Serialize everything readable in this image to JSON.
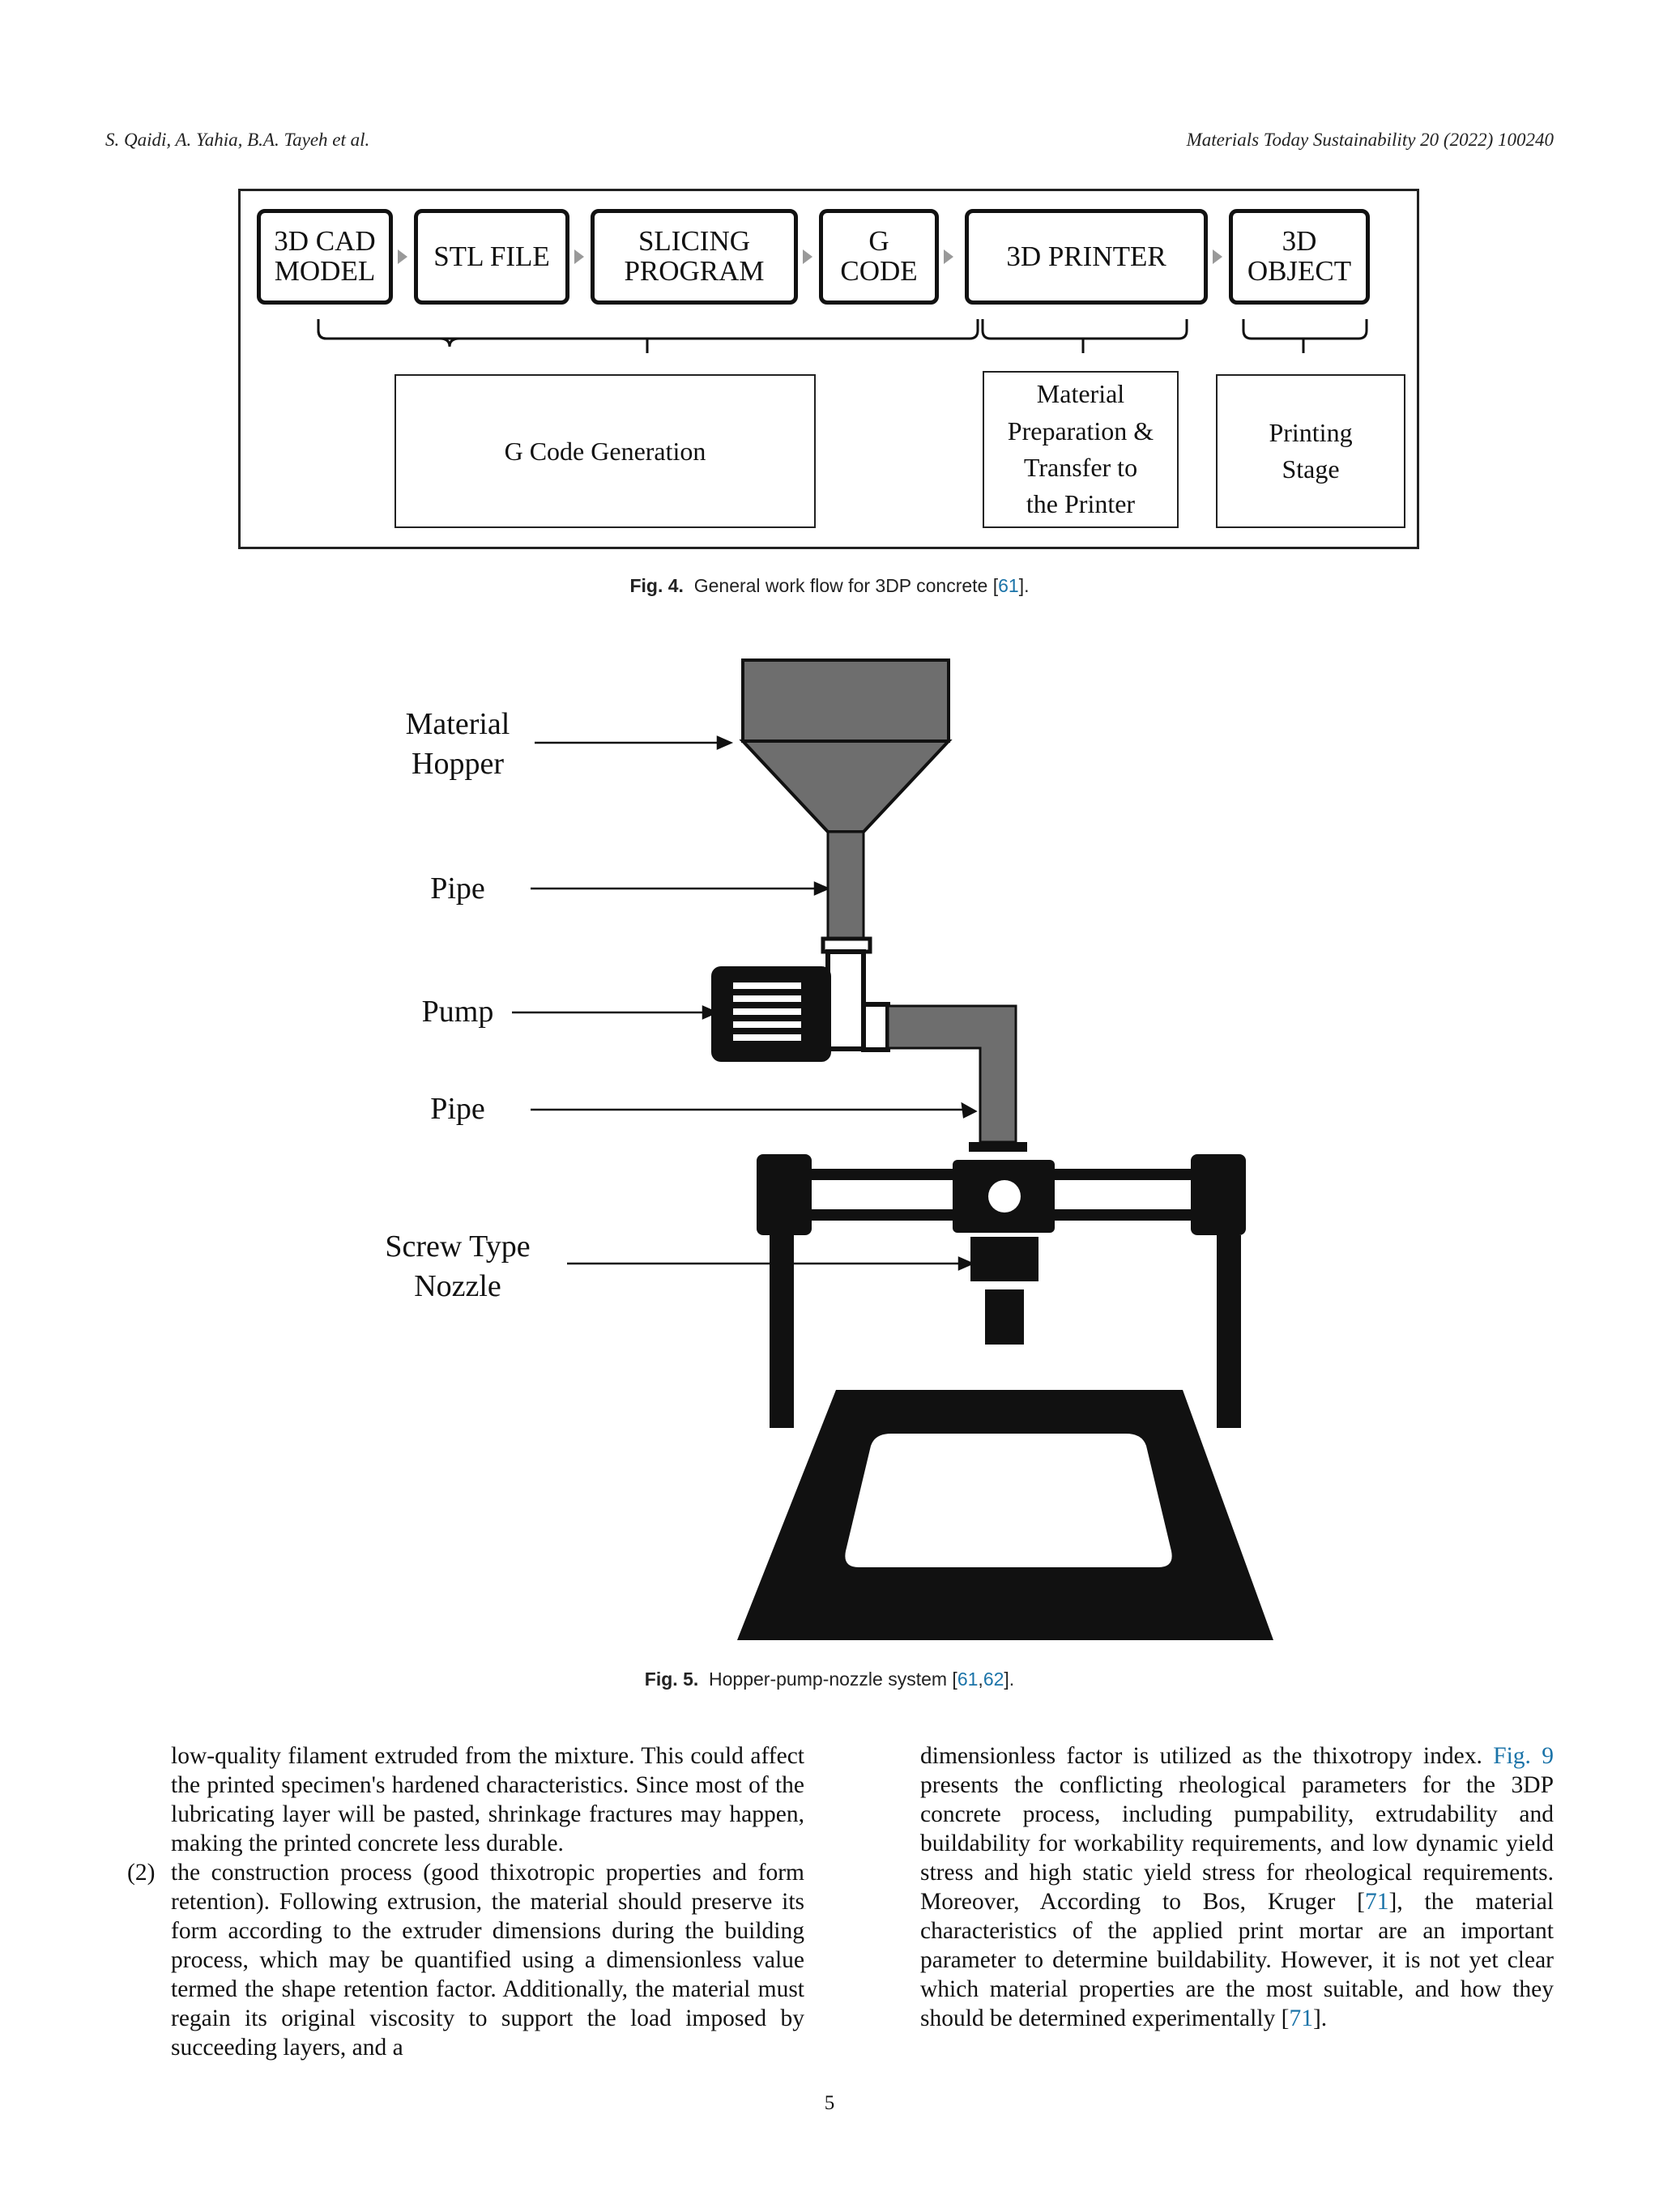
{
  "header": {
    "authors": "S. Qaidi, A. Yahia, B.A. Tayeh et al.",
    "journal": "Materials Today Sustainability 20 (2022) 100240"
  },
  "figure4": {
    "steps": [
      "3D CAD\nMODEL",
      "STL FILE",
      "SLICING\nPROGRAM",
      "G\nCODE",
      "3D PRINTER",
      "3D\nOBJECT"
    ],
    "stages": [
      "G Code Generation",
      "Material\nPreparation &\nTransfer to\nthe Printer",
      "Printing\nStage"
    ],
    "caption_label": "Fig. 4.",
    "caption_text": "General work flow for 3DP concrete [",
    "caption_ref": "61",
    "caption_end": "]."
  },
  "figure5": {
    "labels": [
      "Material\nHopper",
      "Pipe",
      "Pump",
      "Pipe",
      "Screw Type\nNozzle"
    ],
    "caption_label": "Fig. 5.",
    "caption_text": "Hopper-pump-nozzle system [",
    "caption_ref1": "61",
    "caption_sep": ",",
    "caption_ref2": "62",
    "caption_end": "]."
  },
  "body": {
    "left_para1": "low-quality filament extruded from the mixture. This could affect the printed specimen's hardened characteristics. Since most of the lubricating layer will be pasted, shrinkage fractures may happen, making the printed concrete less durable.",
    "left_item_num": "(2)",
    "left_para2": "the construction process (good thixotropic properties and form retention). Following extrusion, the material should preserve its form according to the extruder dimensions during the building process, which may be quantified using a dimensionless value termed the shape retention factor. Additionally, the material must regain its original viscosity to support the load imposed by succeeding layers, and a",
    "right_pre": "dimensionless factor is utilized as the thixotropy index.",
    "right_figref": "Fig. 9",
    "right_mid": "presents the conflicting rheological parameters for the 3DP concrete process, including pumpability, extrudability and buildability for workability requirements, and low dynamic yield stress and high static yield stress for rheological requirements. Moreover, According to Bos, Kruger [",
    "right_ref1": "71",
    "right_mid2": "], the material characteristics of the applied print mortar are an important parameter to determine buildability. However, it is not yet clear which material properties are the most suitable, and how they should be determined experimentally [",
    "right_ref2": "71",
    "right_end": "]."
  },
  "page_number": "5"
}
